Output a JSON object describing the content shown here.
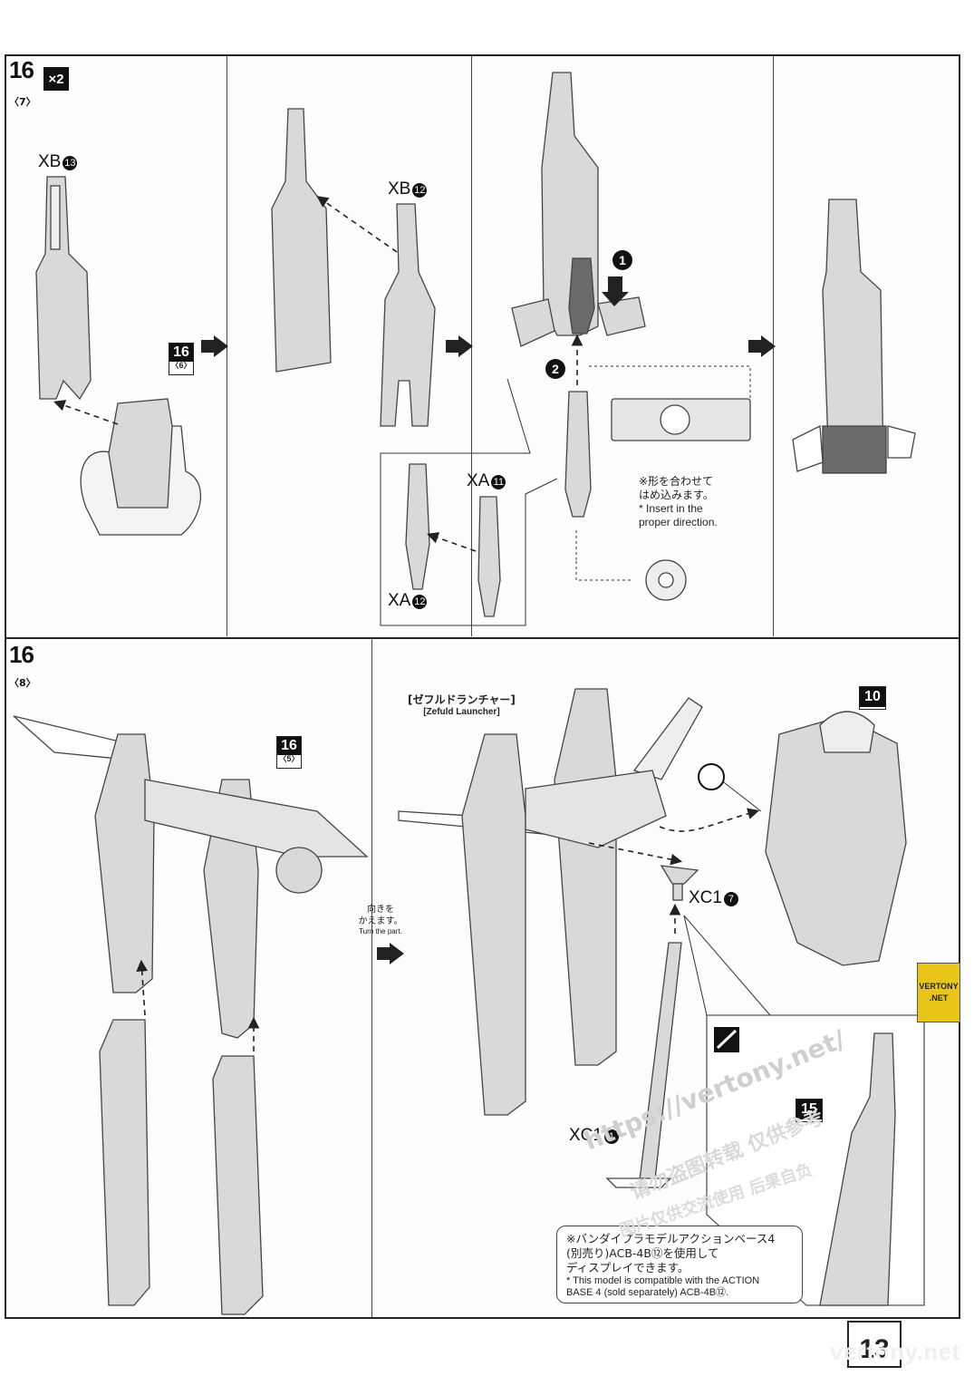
{
  "top_step": {
    "number": "16",
    "sub": "〈7〉",
    "multiplier": "×2"
  },
  "bottom_step": {
    "number": "16",
    "sub": "〈8〉"
  },
  "labels": {
    "xb13": "XB",
    "xb13_num": "13",
    "xb12": "XB",
    "xb12_num": "12",
    "xa11": "XA",
    "xa11_num": "11",
    "xa12": "XA",
    "xa12_num": "12",
    "xc1_7": "XC1",
    "xc1_7_num": "7",
    "xc1_1": "XC1",
    "xc1_1_num": "1"
  },
  "ref_boxes": {
    "ref6": {
      "num": "16",
      "sub": "〈6〉"
    },
    "ref5": {
      "num": "16",
      "sub": "〈5〉"
    },
    "ref10": {
      "num": "10"
    },
    "ref15": {
      "num": "15"
    }
  },
  "step_markers": {
    "one": "1",
    "two": "2"
  },
  "insert_note": {
    "jp_line1": "※形を合わせて",
    "jp_line2": "はめ込みます。",
    "en_line1": "* Insert in the",
    "en_line2": "proper direction."
  },
  "turn_note": {
    "jp_line1": "向きを",
    "jp_line2": "かえます。",
    "en": "Turn the part."
  },
  "launcher": {
    "jp": "[ゼフルドランチャー]",
    "en": "[Zefuld Launcher]"
  },
  "stand_note": {
    "jp_line1": "※バンダイプラモデルアクションベース4",
    "jp_line2": "(別売り)ACB-4B⑫を使用して",
    "jp_line3": "ディスプレイできます。",
    "en_line1": "* This model is compatible with the ACTION",
    "en_line2": "BASE 4 (sold separately) ACB-4B⑫."
  },
  "page_number": "13",
  "watermark": {
    "url": "https://vertony.net/",
    "cn_line1": "请勿盗图转载 仅供参考",
    "cn_line2": "图片仅供交流使用 后果自负",
    "logo_line1": "VERTONY",
    "logo_line2": ".NET",
    "brand": "vertony.net"
  }
}
